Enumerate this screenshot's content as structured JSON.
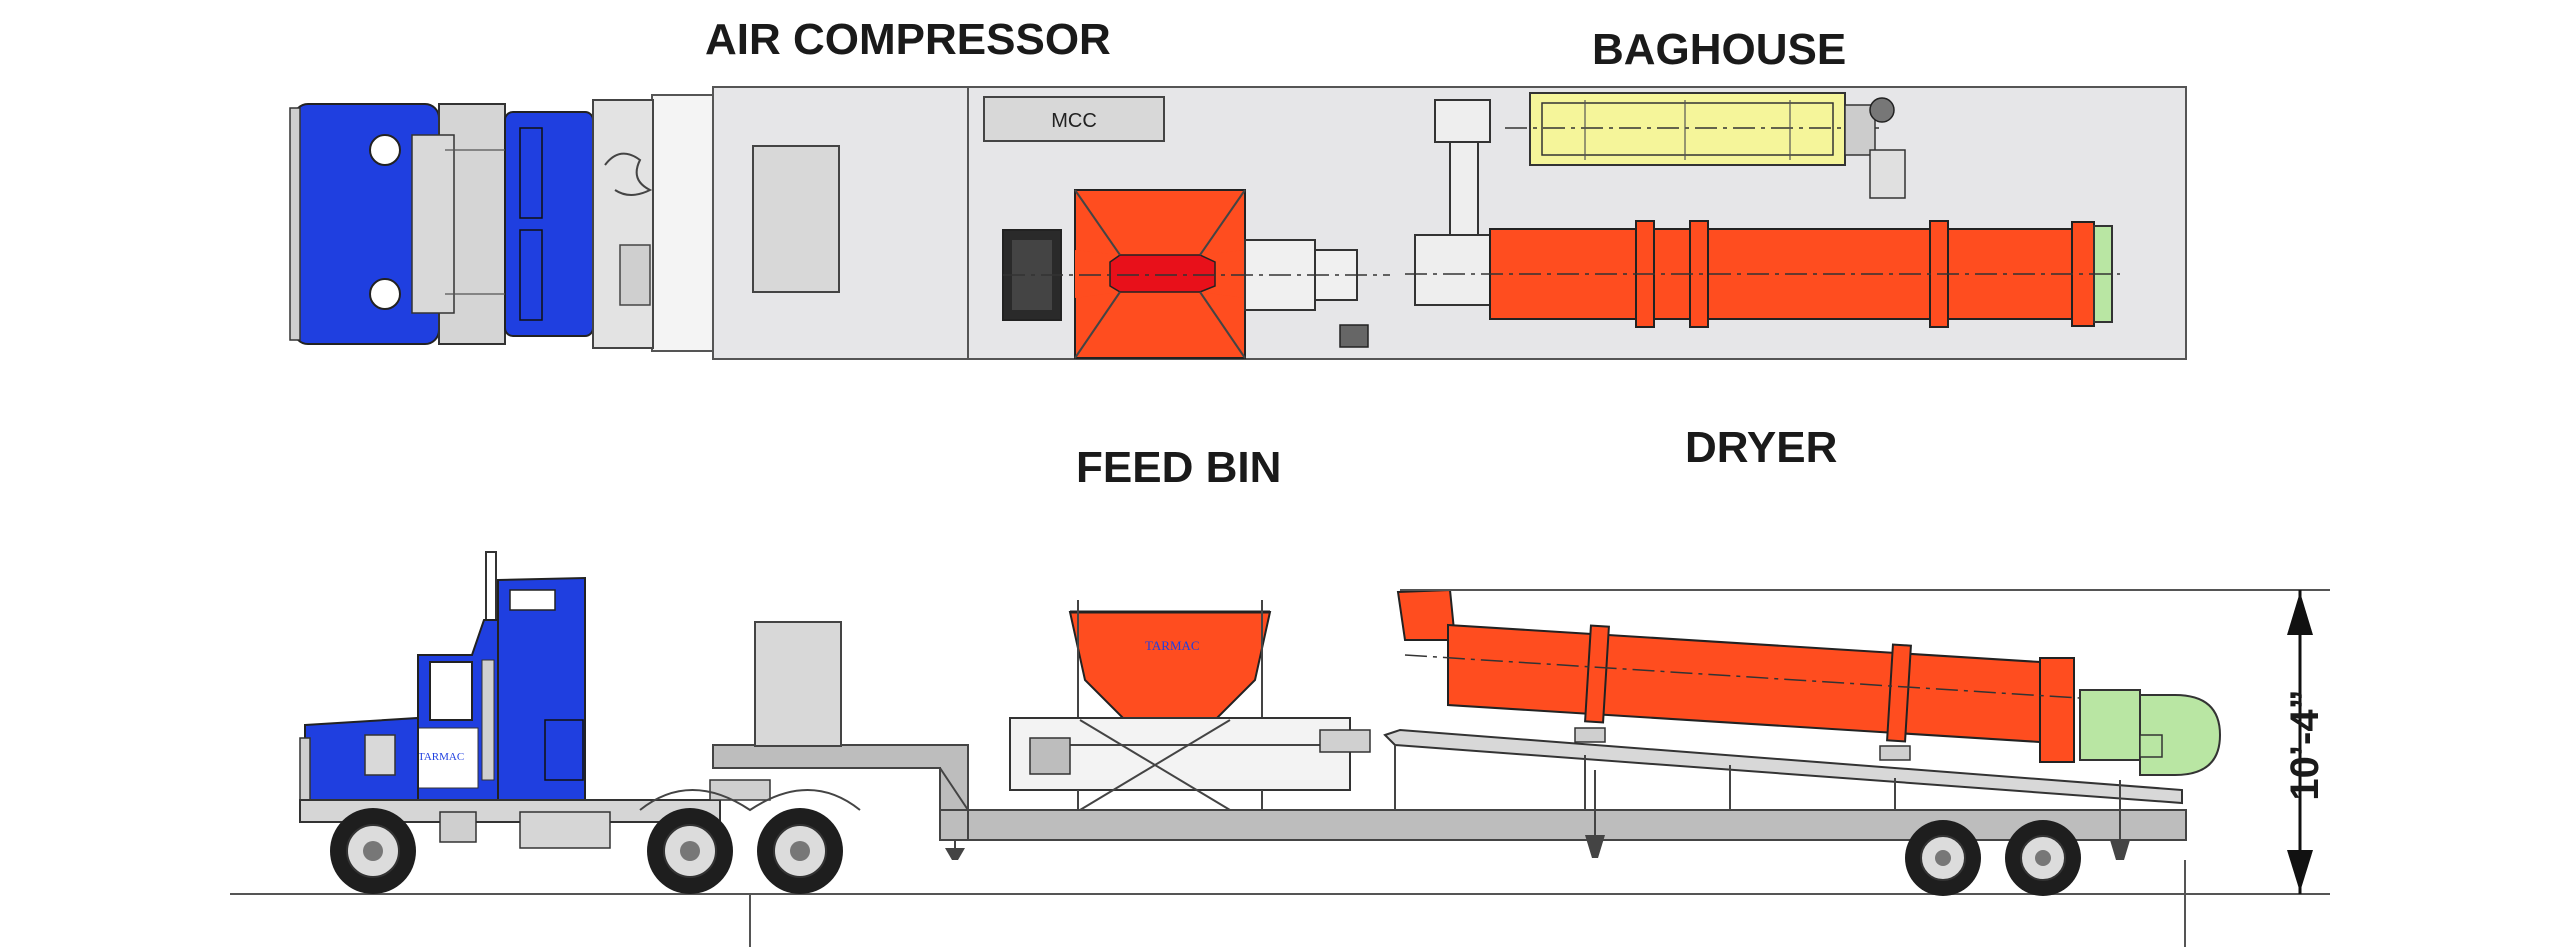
{
  "labels": {
    "air_compressor": "AIR COMPRESSOR",
    "baghouse": "BAGHOUSE",
    "feed_bin": "FEED BIN",
    "dryer": "DRYER",
    "mcc": "MCC",
    "height": "10’-4”",
    "brand": "TARMAC"
  },
  "colors": {
    "cab_blue": "#1f3fe0",
    "equipment_red": "#ff4d1f",
    "baghouse_yellow": "#f5f59a",
    "fan_green": "#b9e6a3",
    "deck_gray": "#e6e6e8",
    "frame_gray": "#bdbdbd"
  }
}
